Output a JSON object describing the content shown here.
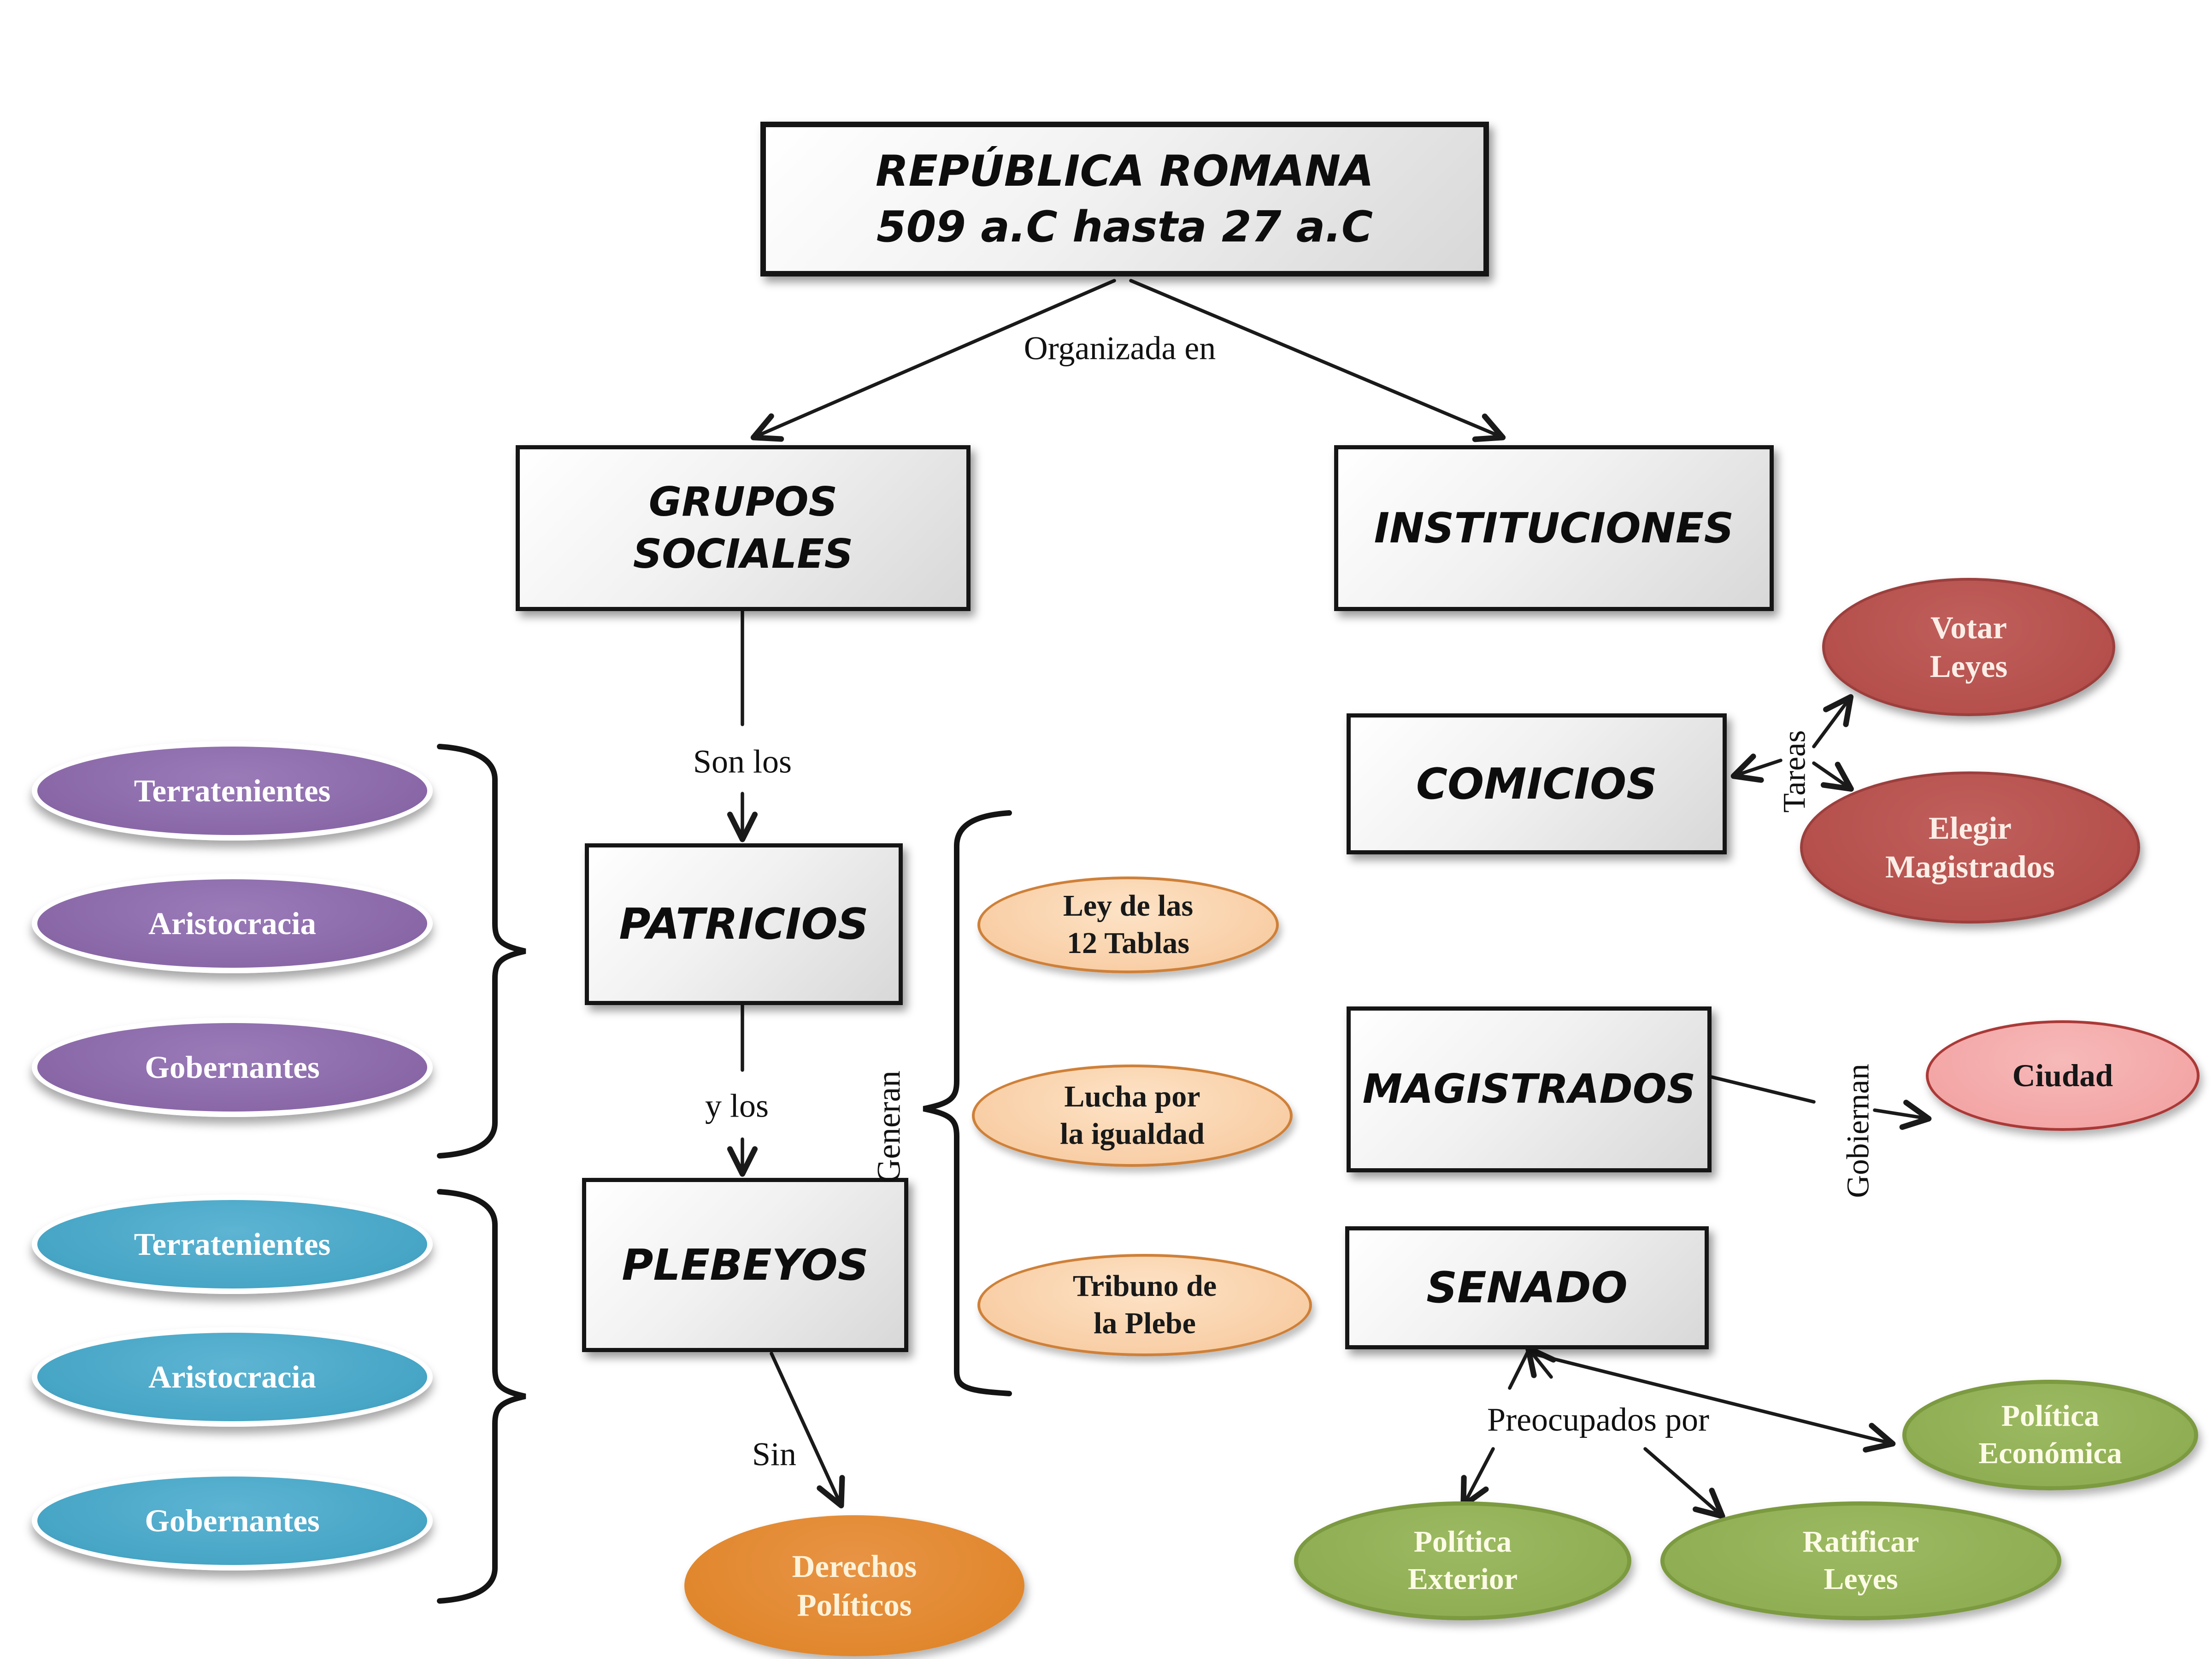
{
  "title": {
    "line1": "REPÚBLICA ROMANA",
    "line2": "509 a.C hasta 27 a.C"
  },
  "labels": {
    "organizada_en": "Organizada en",
    "son_los": "Son los",
    "y_los": "y los",
    "sin": "Sin",
    "generan": "Generan",
    "tareas": "Tareas",
    "gobiernan": "Gobiernan",
    "preocupados_por": "Preocupados por"
  },
  "grupos_sociales": {
    "label": "GRUPOS\nSOCIALES",
    "patricios": {
      "label": "PATRICIOS",
      "rasgos": [
        "Terratenientes",
        "Aristocracia",
        "Gobernantes"
      ]
    },
    "plebeyos": {
      "label": "PLEBEYOS",
      "rasgos": [
        "Terratenientes",
        "Aristocracia",
        "Gobernantes"
      ],
      "sin_derechos": "Derechos\nPolíticos"
    },
    "generan": [
      "Ley de las\n12 Tablas",
      "Lucha por\nla igualdad",
      "Tribuno de\nla Plebe"
    ]
  },
  "instituciones": {
    "label": "INSTITUCIONES",
    "comicios": {
      "label": "COMICIOS",
      "tareas": [
        "Votar\nLeyes",
        "Elegir\nMagistrados"
      ]
    },
    "magistrados": {
      "label": "MAGISTRADOS",
      "gobiernan": "Ciudad"
    },
    "senado": {
      "label": "SENADO",
      "preocupados": [
        "Política\nExterior",
        "Ratificar\nLeyes",
        "Política\nEconómica"
      ]
    }
  },
  "colors": {
    "box_fill": "#e9e9e9",
    "box_border": "#151515",
    "purple": "#8a68a8",
    "teal": "#47a5c5",
    "peach": "#f8cda4",
    "peach_border": "#cf8038",
    "red": "#b5504c",
    "pink": "#f3a5a5",
    "pink_border": "#ab3937",
    "green": "#8fad52",
    "green_border": "#7c9a40",
    "orange": "#e0862c",
    "line": "#1a1a1a"
  }
}
